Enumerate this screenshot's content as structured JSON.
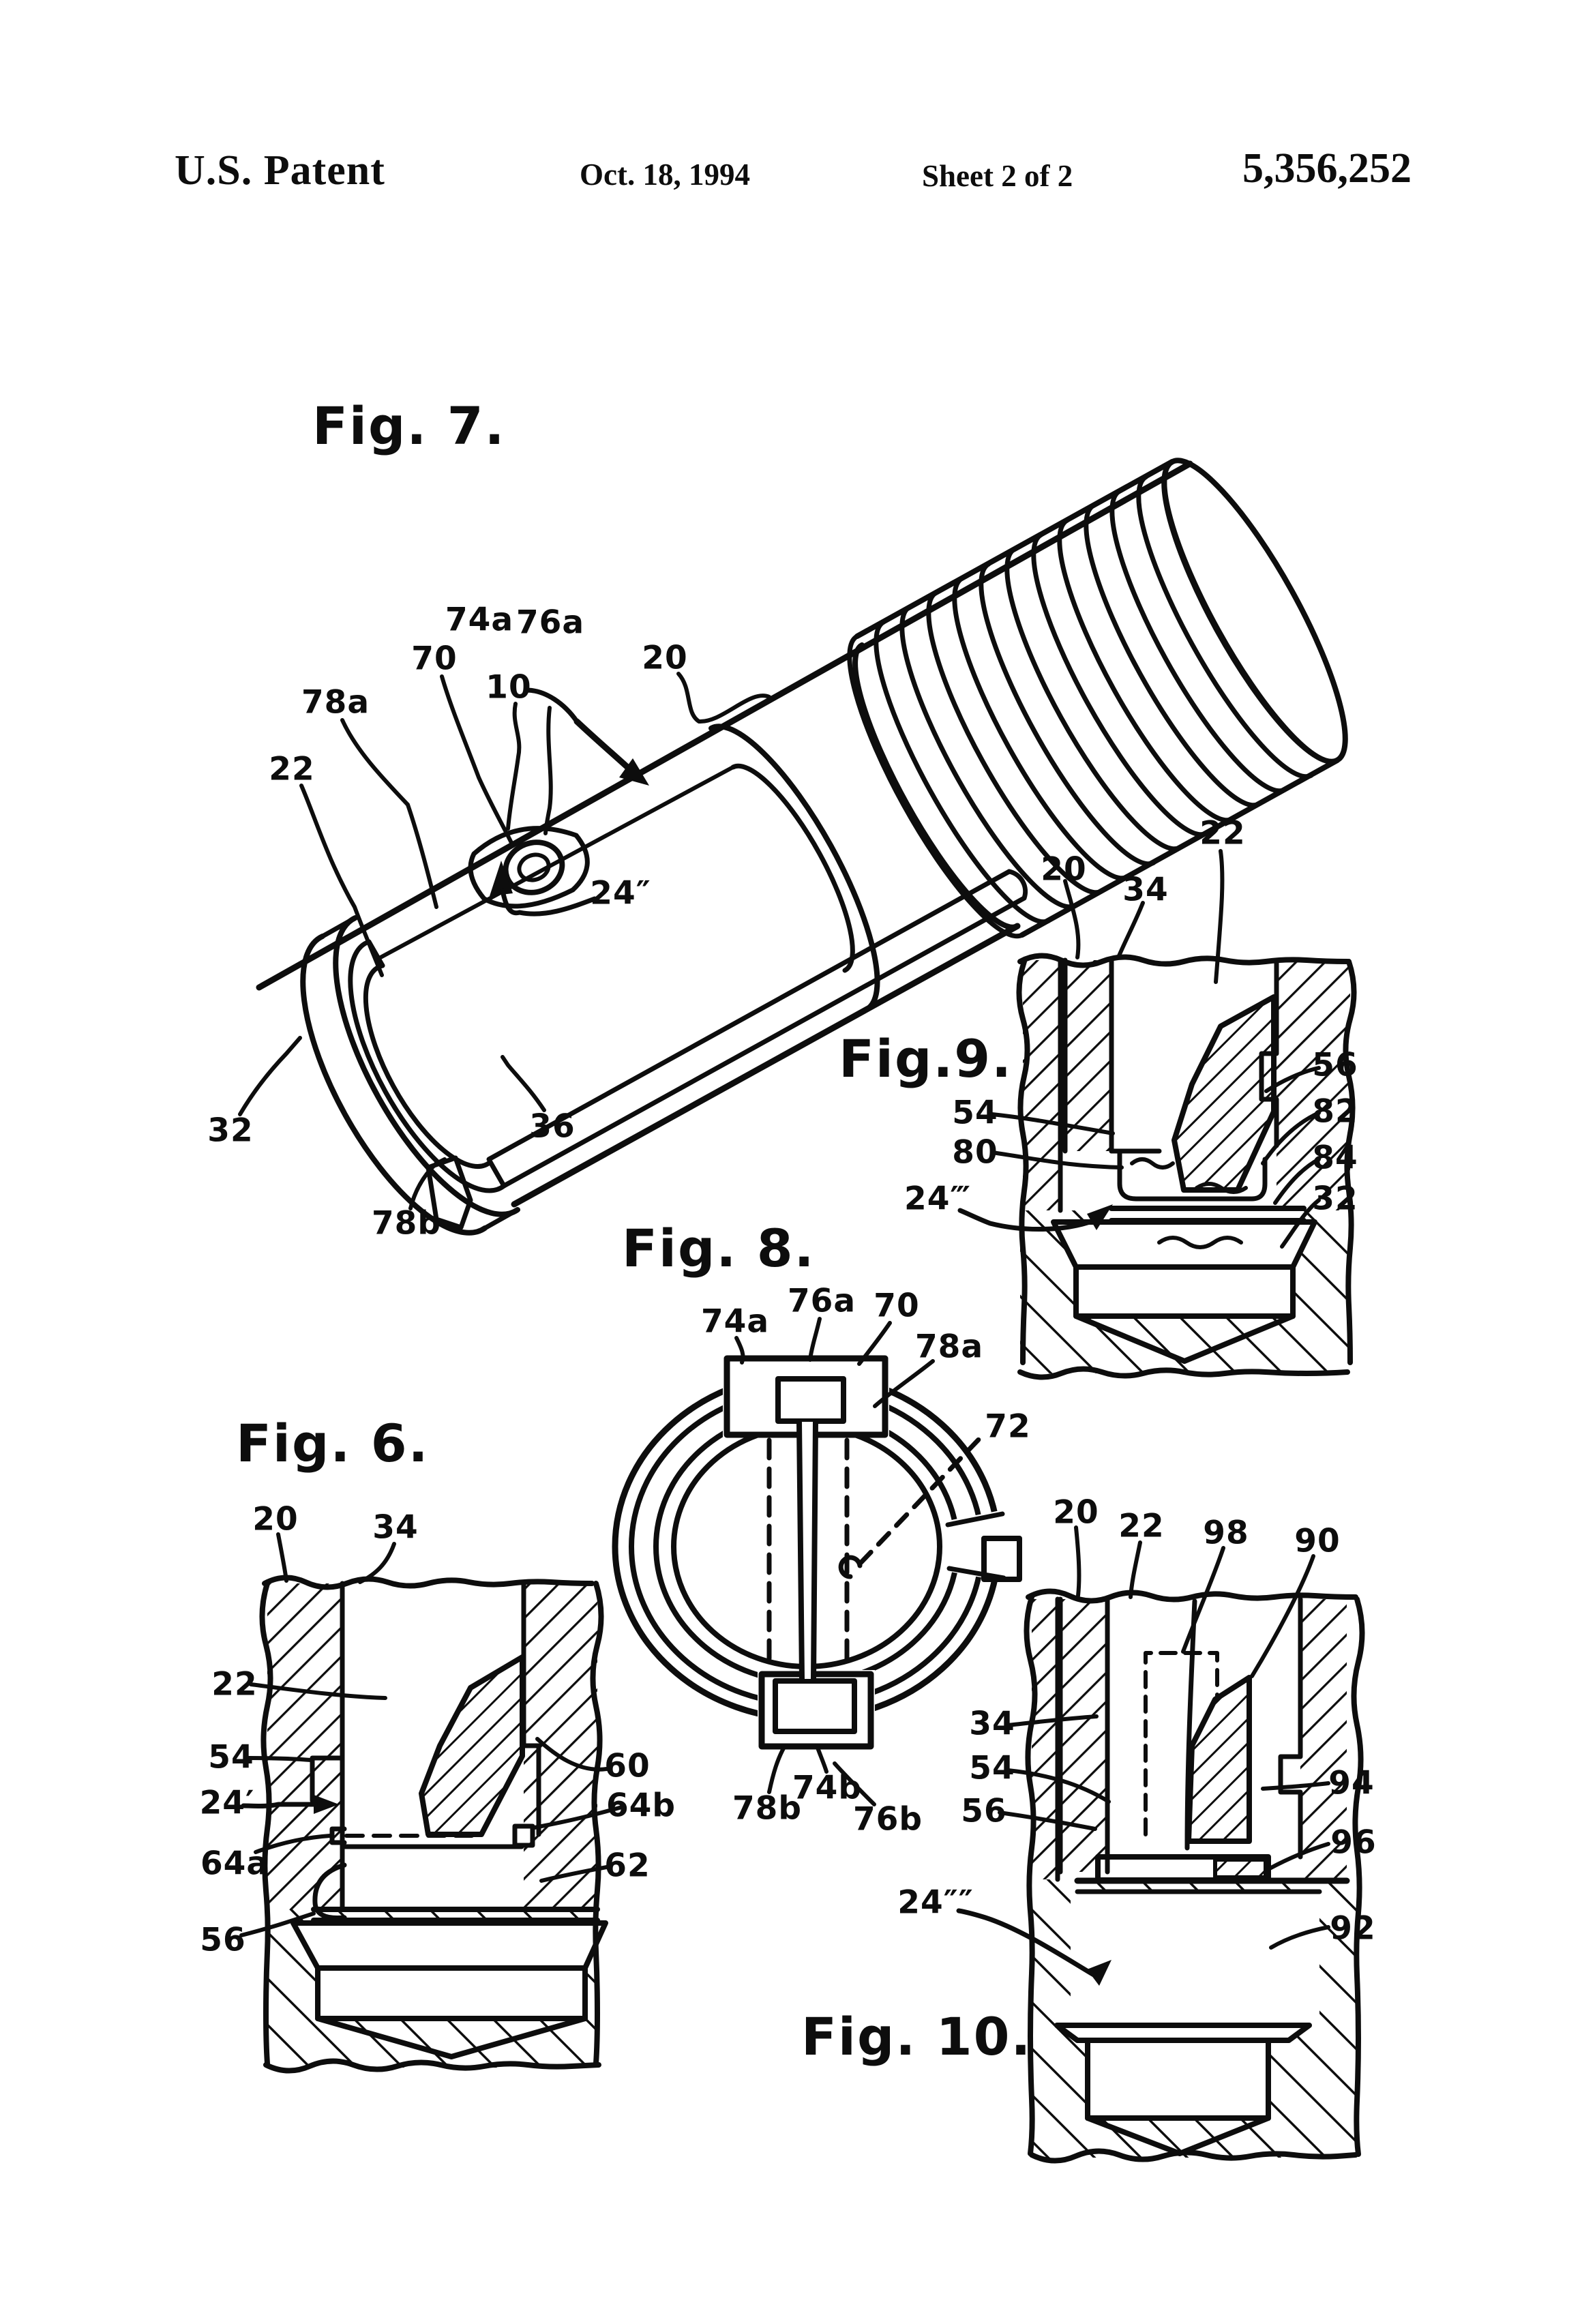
{
  "header": {
    "title": "U.S. Patent",
    "date": "Oct. 18, 1994",
    "sheet_info": "Sheet 2 of 2",
    "patent_number": "5,356,252"
  },
  "figures": {
    "fig7": {
      "caption": "Fig. 7.",
      "labels": [
        "10",
        "20",
        "74a",
        "76a",
        "70",
        "78a",
        "22",
        "24″",
        "32",
        "36",
        "78b"
      ]
    },
    "fig9": {
      "caption": "Fig.9.",
      "labels": [
        "20",
        "34",
        "22",
        "56",
        "54",
        "82",
        "80",
        "84",
        "24‴",
        "32"
      ]
    },
    "fig8": {
      "caption": "Fig. 8.",
      "labels": [
        "74a",
        "76a",
        "70",
        "78a",
        "72",
        "78b",
        "74b",
        "76b"
      ]
    },
    "fig6": {
      "caption": "Fig. 6.",
      "labels": [
        "20",
        "34",
        "22",
        "54",
        "24′",
        "64a",
        "56",
        "60",
        "64b",
        "62"
      ]
    },
    "fig10": {
      "caption": "Fig. 10.",
      "labels": [
        "20",
        "22",
        "98",
        "90",
        "34",
        "54",
        "56",
        "94",
        "96",
        "92",
        "24″″"
      ]
    }
  }
}
